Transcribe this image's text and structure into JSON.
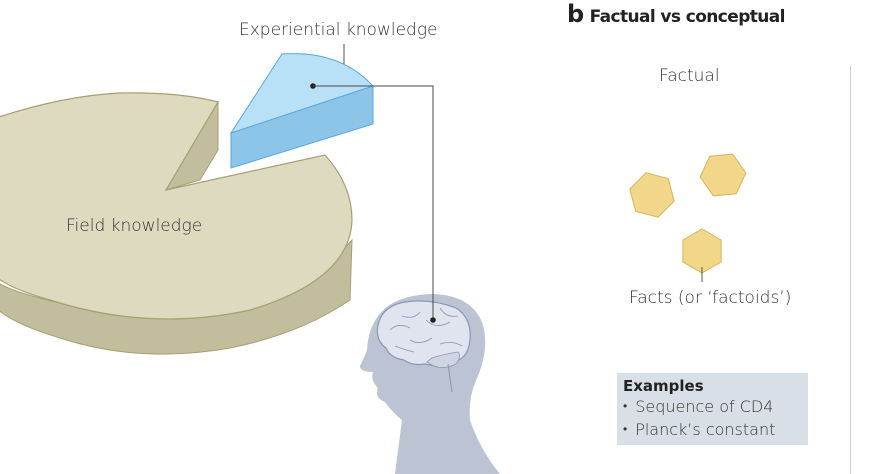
{
  "panel_a": {
    "pie_labels": {
      "field": "Field knowledge",
      "experiential": "Experiential knowledge"
    },
    "colors": {
      "field_top": "#dddac0",
      "field_side": "#c2bd9c",
      "field_stroke": "#a59f74",
      "experiential_top": "#b8e1f7",
      "experiential_side": "#8cc5e8",
      "experiential_stroke": "#5aa7dc",
      "head": "#bcc4d3",
      "brain": "#dfe4ee",
      "brain_stroke": "#8a97b2",
      "connector": "#4a4a4a"
    },
    "icons": [
      "pie-chart-icon",
      "head-silhouette-icon",
      "brain-icon"
    ]
  },
  "panel_b": {
    "letter": "b",
    "title": "Factual vs conceptual",
    "column_heading": "Factual",
    "facts_label": "Facts (or ‘factoids’)",
    "hexagon_count": 3,
    "hexagon_color": "#f2d68a",
    "hexagon_stroke": "#d8b45a",
    "examples": {
      "title": "Examples",
      "items": [
        "Sequence of CD4",
        "Planck’s constant"
      ],
      "bullet": "•",
      "background": "#d9dfe7"
    }
  }
}
